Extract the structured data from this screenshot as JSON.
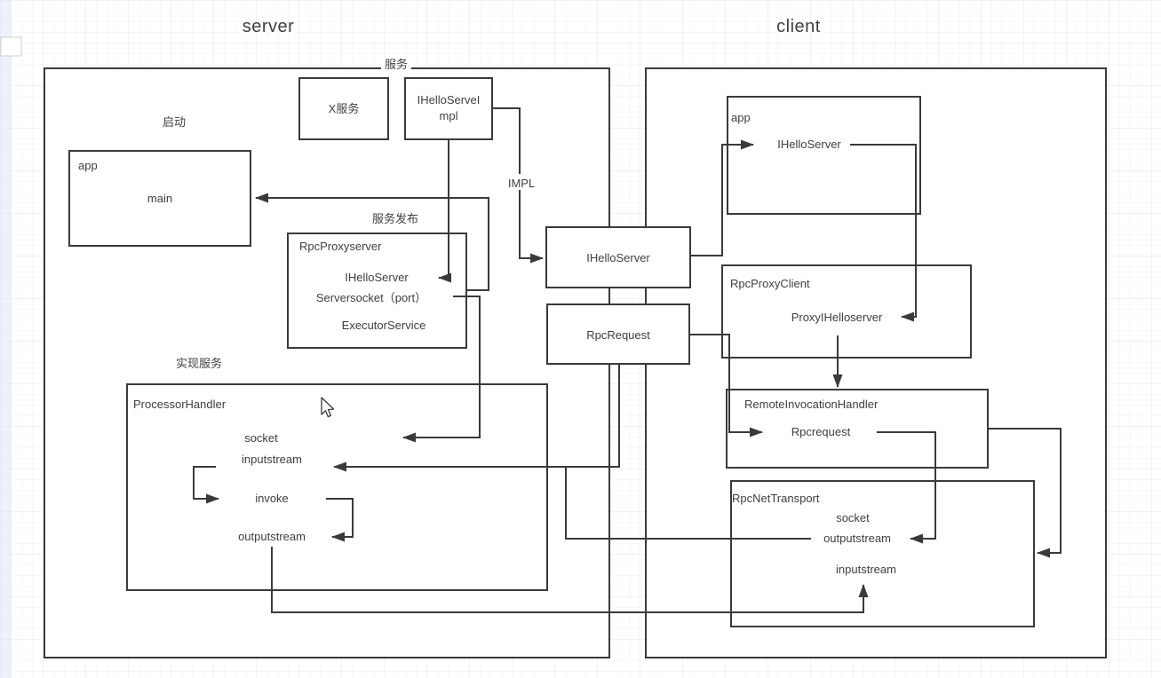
{
  "titles": {
    "server": "server",
    "client": "client"
  },
  "labels": {
    "service": "服务",
    "startup": "启动",
    "publish": "服务发布",
    "impl": "IMPL",
    "implement": "实现服务"
  },
  "server": {
    "x_service_box": {
      "label": "X服务"
    },
    "impl_box": {
      "line1": "IHelloServeI",
      "line2": "mpl"
    },
    "app_box": {
      "title": "app",
      "member": "main"
    },
    "rpc_proxyserver": {
      "title": "RpcProxyserver",
      "members": [
        "IHelloServer",
        "Serversocket（port）",
        "ExecutorService"
      ]
    },
    "processor_handler": {
      "title": "ProcessorHandler",
      "members": [
        "socket",
        "inputstream",
        "invoke",
        "outputstream"
      ]
    }
  },
  "middle": {
    "ihello_server": "IHelloServer",
    "rpc_request": "RpcRequest"
  },
  "client": {
    "app_box": {
      "title": "app",
      "member": "IHelloServer"
    },
    "rpc_proxy_client": {
      "title": "RpcProxyClient",
      "member": "ProxyIHelloserver"
    },
    "remote_invocation_handler": {
      "title": "RemoteInvocationHandler",
      "member": "Rpcrequest"
    },
    "rpc_net_transport": {
      "title": "RpcNetTransport",
      "members": [
        "socket",
        "outputstream",
        "inputstream"
      ]
    }
  },
  "colors": {
    "shape_stroke": "#3a3a3a",
    "text": "#3f3f3f",
    "grid_minor": "#f1f2f5",
    "grid_major": "#e4e6ea",
    "canvas": "#ffffff"
  }
}
